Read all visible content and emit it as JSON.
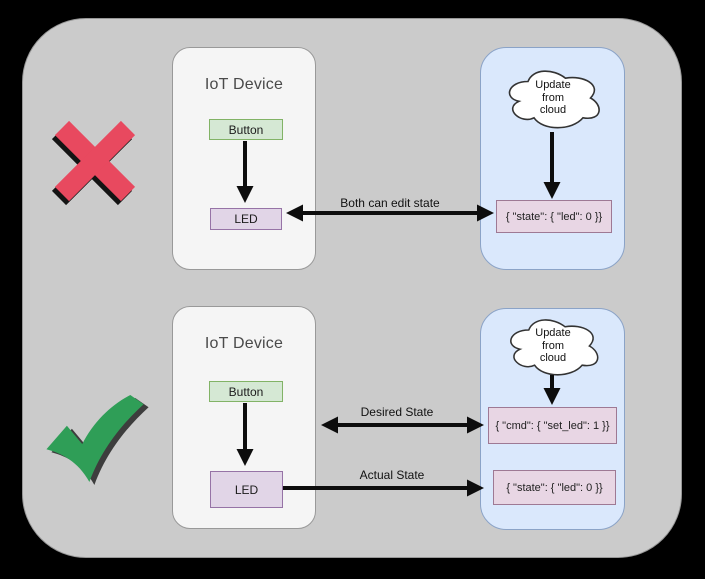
{
  "colors": {
    "canvas-bg": "#000000",
    "panel-bg": "#cbcbcb",
    "panel-border": "#979797",
    "x-red": "#e8495f",
    "check-green": "#2f9e57",
    "device-fill": "#f5f5f5",
    "device-border": "#999999",
    "button-fill": "#d5e8d4",
    "button-border": "#82b366",
    "led-fill": "#e1d5e7",
    "led-border": "#9673a6",
    "cloud-panel-fill": "#dae8fc",
    "cloud-panel-border": "#8ba3c7",
    "json-fill": "#e8d6e4",
    "json-border": "#9e7994",
    "arrow-color": "#0d0d0d"
  },
  "wrong_row": {
    "verdict_icon": "x-mark",
    "device": {
      "title": "IoT Device",
      "button": "Button",
      "led": "LED"
    },
    "cloud_label": "Update\nfrom\ncloud",
    "state_json": "{ \"state\": { \"led\": 0 }}",
    "arrow_label": "Both can edit state"
  },
  "right_row": {
    "verdict_icon": "check-mark",
    "device": {
      "title": "IoT Device",
      "button": "Button",
      "led": "LED"
    },
    "cloud_label": "Update\nfrom\ncloud",
    "cmd_json": "{ \"cmd\": { \"set_led\": 1 }}",
    "state_json": "{ \"state\": { \"led\": 0 }}",
    "desired_label": "Desired State",
    "actual_label": "Actual State"
  }
}
